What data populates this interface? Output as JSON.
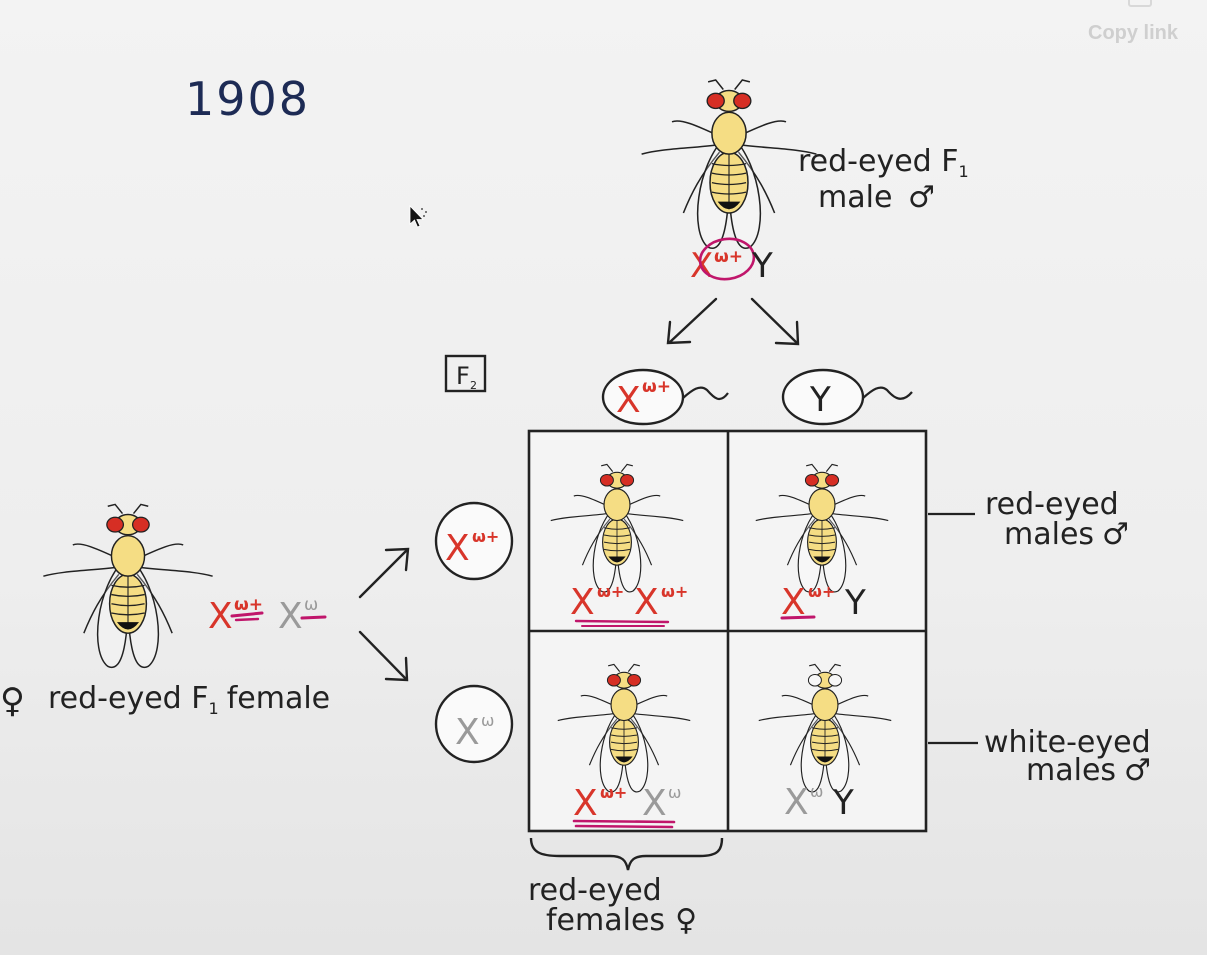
{
  "overlay": {
    "copy_link_label": "Copy link"
  },
  "year": "1908",
  "generation_label": "F",
  "generation_sub": "2",
  "male_parent": {
    "label_line1": "red-eyed F",
    "label_line1_sub": "1",
    "label_line2": "male",
    "symbol": "♂",
    "genotype_x": "X",
    "genotype_x_allele": "ω+",
    "genotype_y": "Y"
  },
  "female_parent": {
    "symbol": "♀",
    "label": "red-eyed F",
    "label_sub": "1",
    "label_end": "female",
    "genotype_x1": "X",
    "genotype_x1_allele": "ω+",
    "genotype_x2": "X",
    "genotype_x2_allele": "ω"
  },
  "male_gametes": [
    {
      "base": "X",
      "allele": "ω+"
    },
    {
      "base": "Y",
      "allele": ""
    }
  ],
  "female_gametes": [
    {
      "base": "X",
      "allele": "ω+"
    },
    {
      "base": "X",
      "allele": "ω"
    }
  ],
  "punnett": {
    "cells": [
      {
        "genotype": [
          {
            "base": "X",
            "allele": "ω+"
          },
          {
            "base": "X",
            "allele": "ω+"
          }
        ],
        "eye": "red"
      },
      {
        "genotype": [
          {
            "base": "X",
            "allele": "ω+"
          },
          {
            "base": "Y",
            "allele": ""
          }
        ],
        "eye": "red"
      },
      {
        "genotype": [
          {
            "base": "X",
            "allele": "ω+"
          },
          {
            "base": "X",
            "allele": "ω"
          }
        ],
        "eye": "red"
      },
      {
        "genotype": [
          {
            "base": "X",
            "allele": "ω"
          },
          {
            "base": "Y",
            "allele": ""
          }
        ],
        "eye": "white"
      }
    ]
  },
  "annotations": {
    "row1_line1": "red-eyed",
    "row1_line2": "males",
    "row2_line1": "white-eyed",
    "row2_line2": "males",
    "col_line1": "red-eyed",
    "col_line2": "females",
    "male_symbol": "♂",
    "female_symbol": "♀"
  },
  "colors": {
    "red_allele": "#d8352a",
    "white_allele": "#9a9a9a",
    "underline": "#c0166b",
    "ink": "#222222",
    "year_ink": "#1d2b55",
    "fly_body": "#f5dd84",
    "fly_eye_red": "#d62e24"
  }
}
